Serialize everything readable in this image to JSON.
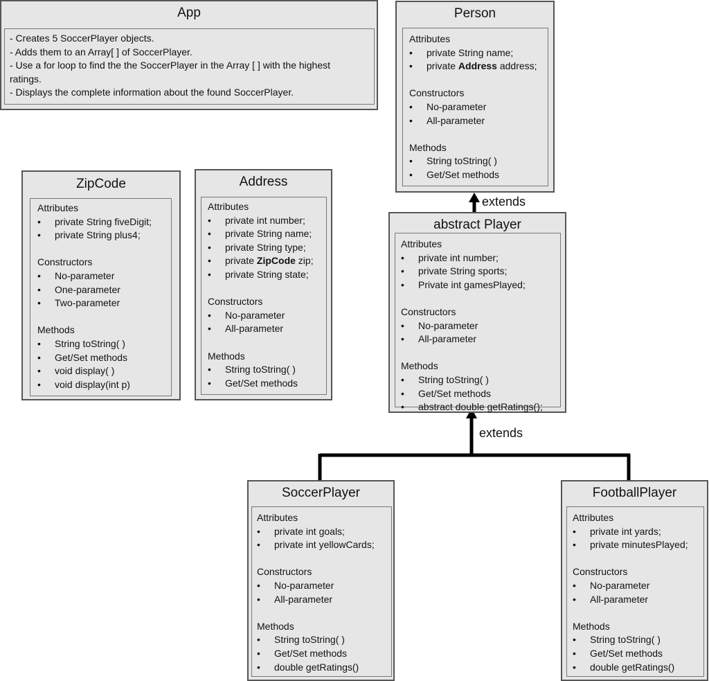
{
  "app": {
    "title": "App",
    "lines": [
      "- Creates 5 SoccerPlayer objects.",
      "- Adds them to an Array[ ] of SoccerPlayer.",
      "- Use a for loop to find the the SoccerPlayer in the Array [ ] with the highest",
      "ratings.",
      "- Displays the complete information about the found SoccerPlayer."
    ]
  },
  "section_labels": {
    "attributes": "Attributes",
    "constructors": "Constructors",
    "methods": "Methods"
  },
  "classes": {
    "person": {
      "title": "Person",
      "attributes": [
        "private String name;",
        "private Address address;"
      ],
      "constructors": [
        "No-parameter",
        "All-parameter"
      ],
      "methods": [
        "String toString( )",
        "Get/Set methods"
      ]
    },
    "zipcode": {
      "title": "ZipCode",
      "attributes": [
        "private String fiveDigit;",
        "private String plus4;"
      ],
      "constructors": [
        "No-parameter",
        "One-parameter",
        "Two-parameter"
      ],
      "methods": [
        "String toString( )",
        "Get/Set methods",
        "void display( )",
        "void display(int p)"
      ]
    },
    "address": {
      "title": "Address",
      "attributes": [
        "private int number;",
        "private String name;",
        "private String type;",
        "private ZipCode zip;",
        "private String state;"
      ],
      "constructors": [
        "No-parameter",
        "All-parameter"
      ],
      "methods": [
        "String toString( )",
        "Get/Set methods"
      ]
    },
    "player": {
      "title": "abstract Player",
      "attributes": [
        "private int number;",
        "private String sports;",
        "Private int gamesPlayed;"
      ],
      "constructors": [
        "No-parameter",
        "All-parameter"
      ],
      "methods": [
        "String toString( )",
        "Get/Set methods",
        "abstract double getRatings();"
      ]
    },
    "soccer": {
      "title": "SoccerPlayer",
      "attributes": [
        "private int goals;",
        "private int yellowCards;"
      ],
      "constructors": [
        "No-parameter",
        "All-parameter"
      ],
      "methods": [
        "String toString( )",
        "Get/Set methods",
        "double getRatings()"
      ]
    },
    "football": {
      "title": "FootballPlayer",
      "attributes": [
        "private int yards;",
        "private minutesPlayed;"
      ],
      "constructors": [
        "No-parameter",
        "All-parameter"
      ],
      "methods": [
        "String toString( )",
        "Get/Set methods",
        "double getRatings()"
      ]
    }
  },
  "relations": {
    "player_to_person": "extends",
    "subclasses_to_player": "extends"
  }
}
